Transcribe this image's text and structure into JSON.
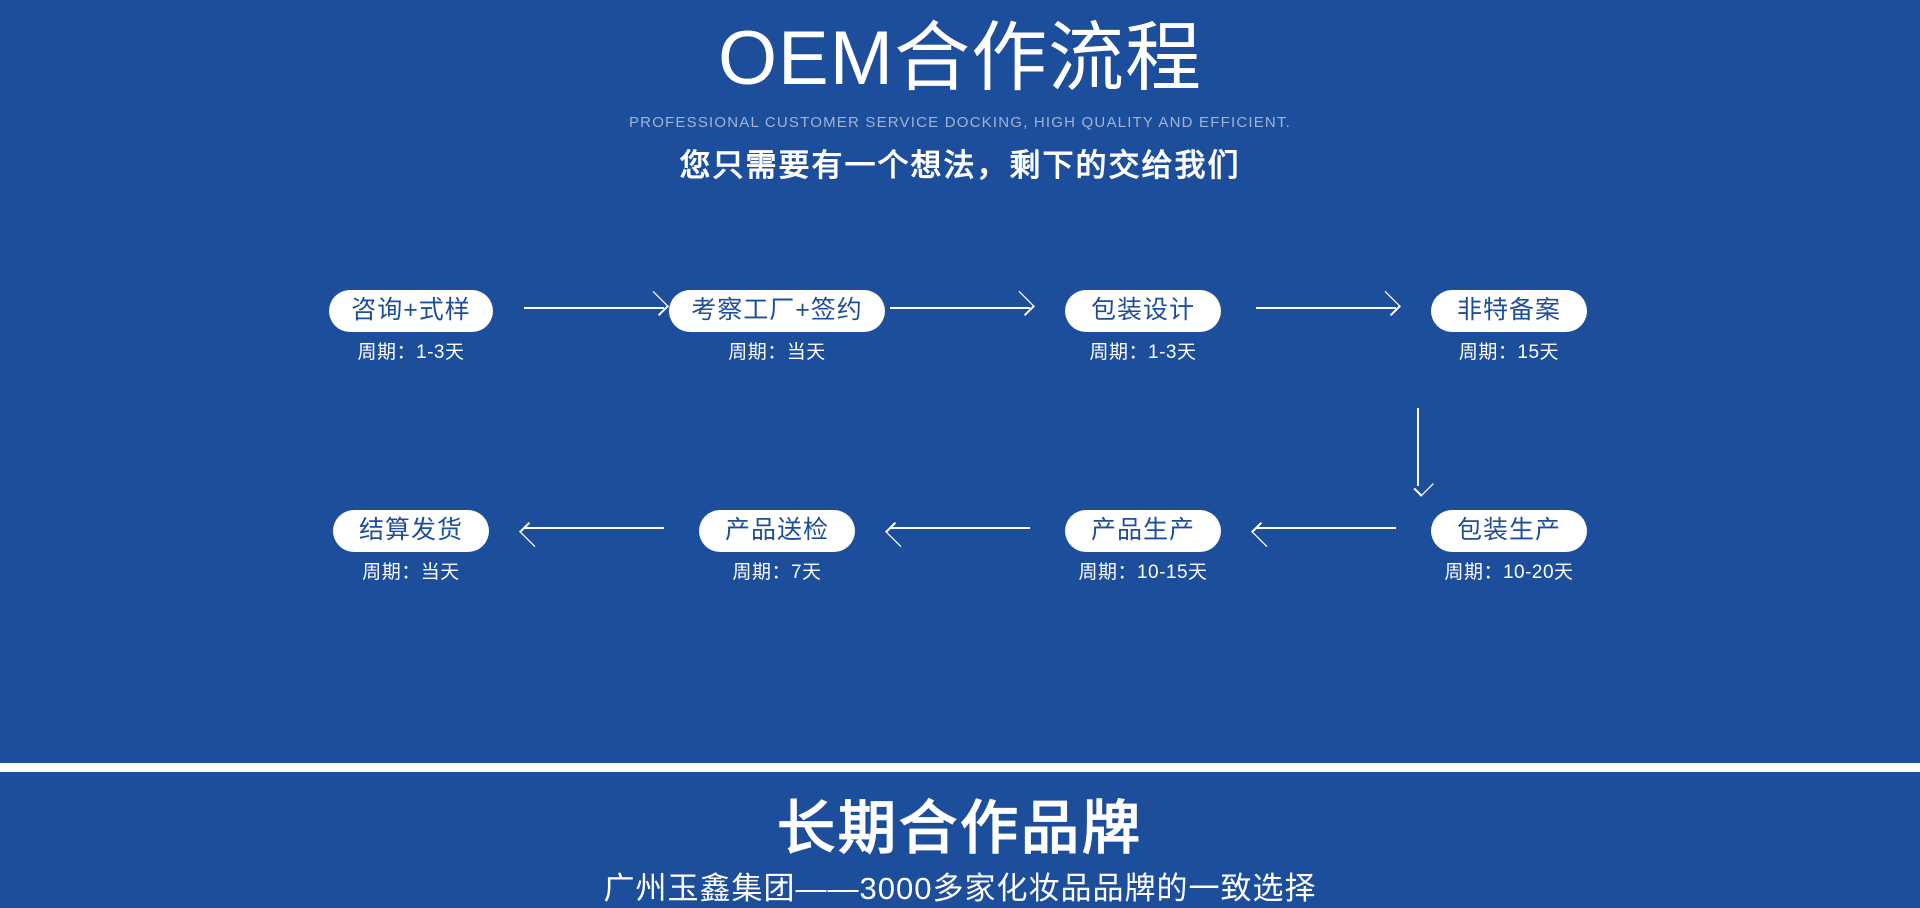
{
  "colors": {
    "background": "#1d4e9b",
    "pill_background": "#ffffff",
    "pill_text": "#1d4e9b",
    "text_primary": "#ffffff",
    "text_muted": "#9fb4d6",
    "divider": "#ffffff"
  },
  "header": {
    "title": "OEM合作流程",
    "english_subtitle": "PROFESSIONAL CUSTOMER SERVICE DOCKING, HIGH QUALITY AND EFFICIENT.",
    "chinese_subtitle": "您只需要有一个想法，剩下的交给我们"
  },
  "flow": {
    "row1": [
      {
        "label": "咨询+式样",
        "period": "周期：1-3天"
      },
      {
        "label": "考察工厂+签约",
        "period": "周期：当天"
      },
      {
        "label": "包装设计",
        "period": "周期：1-3天"
      },
      {
        "label": "非特备案",
        "period": "周期：15天"
      }
    ],
    "row1_arrows": [
      "arrow-right-icon",
      "arrow-right-icon",
      "arrow-right-icon"
    ],
    "vertical_arrow": "arrow-down-icon",
    "row2": [
      {
        "label": "结算发货",
        "period": "周期：当天"
      },
      {
        "label": "产品送检",
        "period": "周期：7天"
      },
      {
        "label": "产品生产",
        "period": "周期：10-15天"
      },
      {
        "label": "包装生产",
        "period": "周期：10-20天"
      }
    ],
    "row2_arrows": [
      "arrow-left-icon",
      "arrow-left-icon",
      "arrow-left-icon"
    ]
  },
  "footer": {
    "title": "长期合作品牌",
    "subtitle": "广州玉鑫集团——3000多家化妆品品牌的一致选择"
  }
}
